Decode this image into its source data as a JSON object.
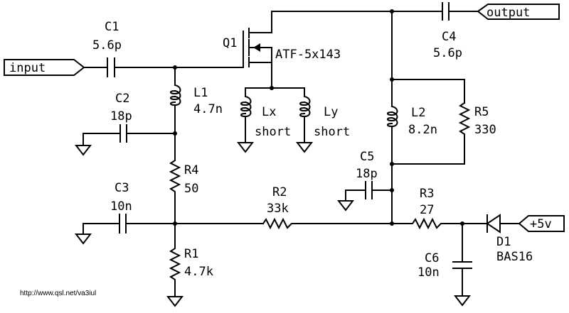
{
  "ports": {
    "input": "input",
    "output": "output",
    "supply": "+5v"
  },
  "transistor": {
    "ref": "Q1",
    "part": "ATF-5x143"
  },
  "components": {
    "C1": {
      "ref": "C1",
      "value": "5.6p"
    },
    "C2": {
      "ref": "C2",
      "value": "18p"
    },
    "C3": {
      "ref": "C3",
      "value": "10n"
    },
    "C4": {
      "ref": "C4",
      "value": "5.6p"
    },
    "C5": {
      "ref": "C5",
      "value": "18p"
    },
    "C6": {
      "ref": "C6",
      "value": "10n"
    },
    "L1": {
      "ref": "L1",
      "value": "4.7n"
    },
    "L2": {
      "ref": "L2",
      "value": "8.2n"
    },
    "Lx": {
      "ref": "Lx",
      "value": "short"
    },
    "Ly": {
      "ref": "Ly",
      "value": "short"
    },
    "R1": {
      "ref": "R1",
      "value": "4.7k"
    },
    "R2": {
      "ref": "R2",
      "value": "33k"
    },
    "R3": {
      "ref": "R3",
      "value": "27"
    },
    "R4": {
      "ref": "R4",
      "value": "50"
    },
    "R5": {
      "ref": "R5",
      "value": "330"
    },
    "D1": {
      "ref": "D1",
      "value": "BAS16"
    }
  },
  "footer": {
    "url": "http://www.qsl.net/va3iul"
  }
}
